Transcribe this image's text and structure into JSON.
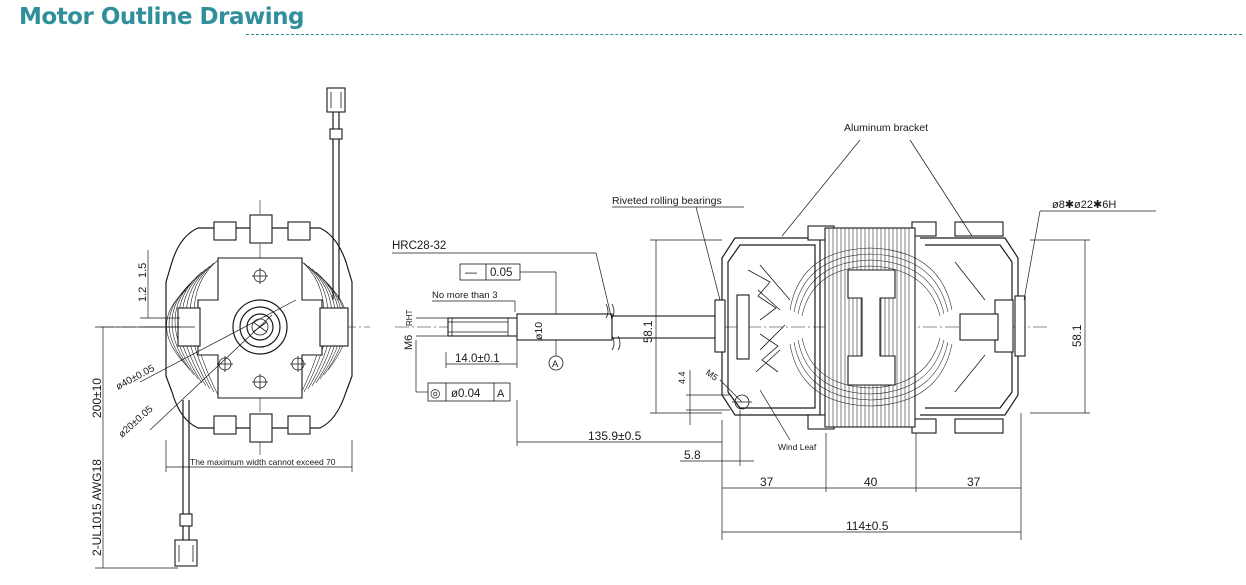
{
  "title": "Motor Outline Drawing",
  "colors": {
    "title": "#2f8f9a",
    "line": "#1a1a1a"
  },
  "front_view": {
    "dim_vertical_a": "1.2",
    "dim_vertical_b": "1.5",
    "dia_40": "ø40±0.05",
    "dia_20": "ø20±0.05",
    "max_width_note": "The maximum width cannot exceed 70",
    "lead_length": "200±10",
    "wire_spec": "2-UL1015  AWG18"
  },
  "side_view": {
    "hardness": "HRC28-32",
    "flatness_symbol": "—",
    "flatness_value": "0.05",
    "no_more_than": "No more than 3",
    "thread_size": "M6",
    "thread_hand": "RHT",
    "shaft_dia": "ø10",
    "datum": "A",
    "thread_len": "14.0±0.1",
    "coax_symbol": "◎",
    "coax_value": "ø0.04",
    "coax_datum": "A",
    "height_inner": "58.1",
    "height_outer": "58.1",
    "dim_4_4": "4.4",
    "m5": "M5",
    "wind_leaf": "Wind Leaf",
    "shaft_ext": "135.9±0.5",
    "dim_5_8": "5.8",
    "seg_1": "37",
    "seg_2": "40",
    "seg_3": "37",
    "overall": "114±0.5",
    "bearing_label": "Riveted rolling bearings",
    "bracket_label": "Aluminum bracket",
    "bearing_spec": "ø8✱ø22✱6H"
  }
}
